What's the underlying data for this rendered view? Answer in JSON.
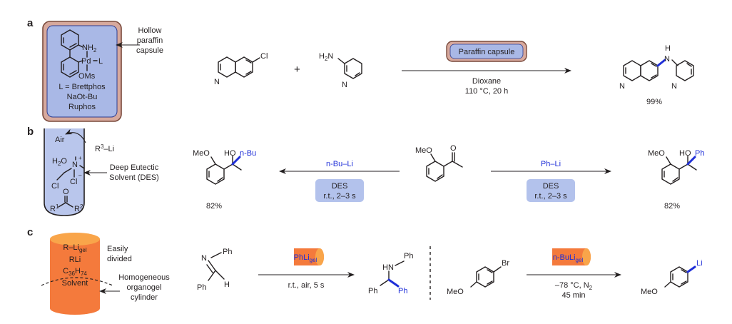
{
  "colors": {
    "paraffin_fill": "#d7a99d",
    "paraffin_stroke": "#7a4a3c",
    "capsule_inner": "#a9b8e6",
    "des_fill": "#b9c6ec",
    "condition_box": "#b3c2ec",
    "gel_orange": "#f47a3c",
    "gel_top": "#f9a54a",
    "highlight_blue": "#1f2fd8"
  },
  "panels": {
    "a": {
      "letter": "a",
      "capsule_side_label": [
        "Hollow",
        "paraffin",
        "capsule"
      ],
      "catalyst": {
        "nh2": "NH",
        "nh2_sub": "2",
        "pd": "Pd",
        "pd_ligand": "L",
        "oms": "OMs",
        "lines": [
          "L = Brettphos",
          "NaOt-Bu",
          "Ruphos"
        ]
      },
      "reactant1_sub": "Cl",
      "plus": "+",
      "reactant2_label": "H",
      "reactant2_sub": "2",
      "reactant2_n": "N",
      "ring_n": "N",
      "reagent_box": "Paraffin capsule",
      "solvent": "Dioxane",
      "conditions": "110 °C, 20 h",
      "product_nh": "H",
      "product_nh_n": "N",
      "yield": "99%"
    },
    "b": {
      "letter": "b",
      "air": "Air",
      "reagent": "R",
      "reagent_sup": "3",
      "reagent_li": "–Li",
      "h2o": "H",
      "h2o_sub": "2",
      "h2o_o": "O",
      "n_plus": "N",
      "plus_sign": "+",
      "cl1": "Cl",
      "cl2": "Cl",
      "minus": "–",
      "o_label": "O",
      "r1": "R",
      "r1_sup": "1",
      "r2": "R",
      "r2_sup": "2",
      "des_label": [
        "Deep Eutectic",
        "Solvent (DES)"
      ],
      "left_reagent": "n-Bu–Li",
      "right_reagent": "Ph–Li",
      "box_title": "DES",
      "box_cond": "r.t., 2–3 s",
      "meo": "MeO",
      "ho": "HO",
      "o": "O",
      "nbu": "n-Bu",
      "ph": "Ph",
      "yield_left": "82%",
      "yield_right": "82%"
    },
    "c": {
      "letter": "c",
      "gel_top": "R–Li",
      "gel_top_sub": "gel",
      "gel_lines": [
        "RLi",
        "C",
        "Solvent"
      ],
      "c36": "36",
      "h74": "H",
      "h74_sub": "74",
      "side_top": [
        "Easily",
        "divided"
      ],
      "side_bottom": [
        "Homogeneous",
        "organogel",
        "cylinder"
      ],
      "reagent1": "PhLi",
      "reagent1_sub": "gel",
      "cond1": "r.t., air, 5 s",
      "imine_n": "N",
      "ph": "Ph",
      "h": "H",
      "hn": "HN",
      "reagent2": "n-BuLi",
      "reagent2_sub": "gel",
      "cond2_a": "–78 °C, N",
      "cond2_sub": "2",
      "cond2_b": "45 min",
      "br": "Br",
      "meo": "MeO",
      "li": "Li"
    }
  }
}
